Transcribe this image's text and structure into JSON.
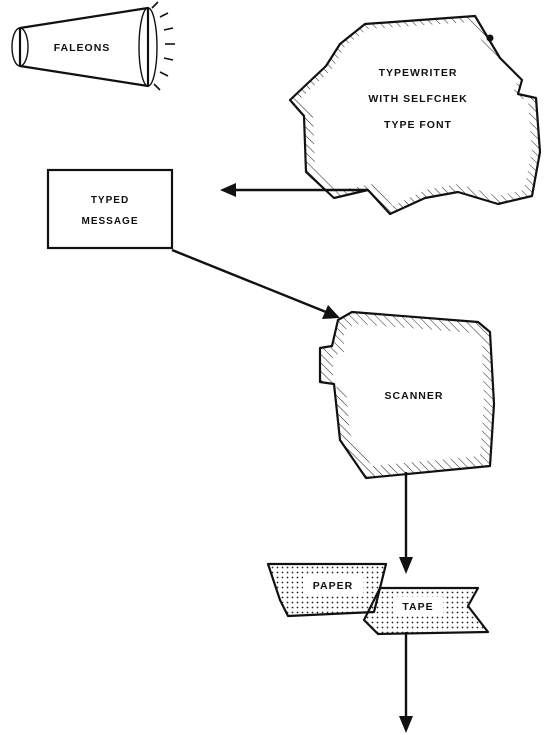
{
  "diagram": {
    "megaphone": {
      "label": "FALEONS",
      "icon": "megaphone-icon"
    },
    "typewriter": {
      "lines": [
        "TYPEWRITER",
        "WITH SELFCHEK",
        "TYPE FONT"
      ]
    },
    "typed_message": {
      "lines": [
        "TYPED",
        "MESSAGE"
      ]
    },
    "scanner": {
      "label": "SCANNER"
    },
    "paper_tape": {
      "left_label": "PAPER",
      "right_label": "TAPE"
    }
  }
}
